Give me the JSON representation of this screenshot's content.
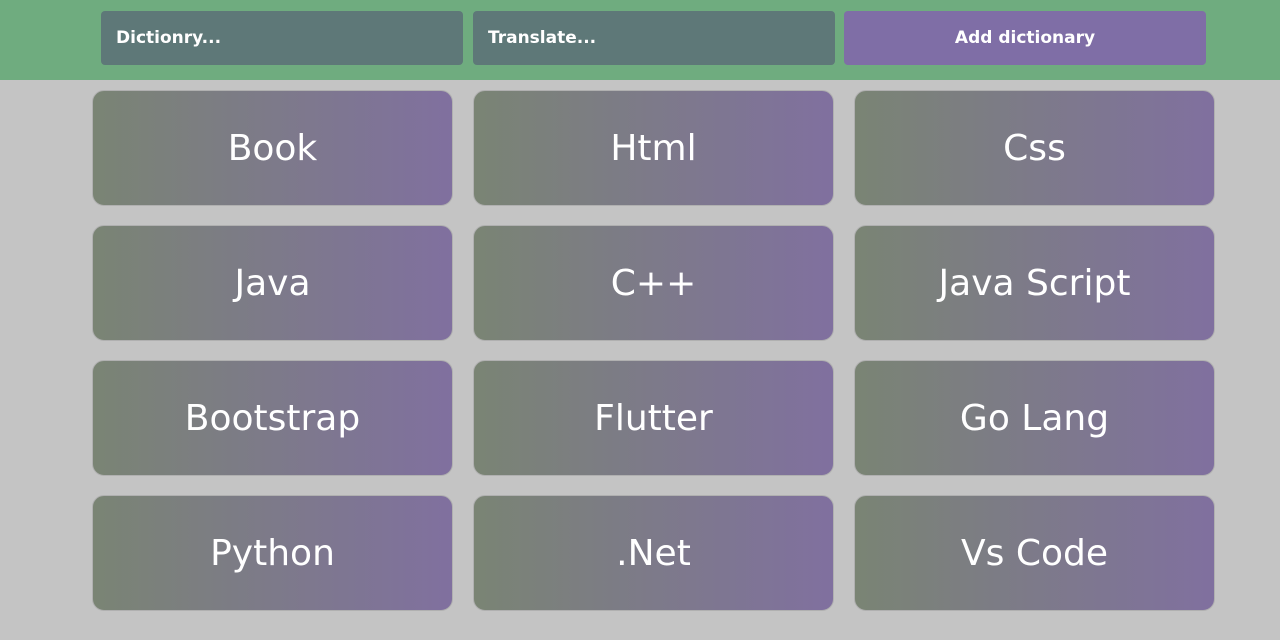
{
  "colors": {
    "page_background": "#c4c4c4",
    "header_background": "#6fac7f",
    "field_background": "#5e7878",
    "accent_purple": "#7f6ea6",
    "card_gradient_start": "#7a8474",
    "card_gradient_end": "#80709f",
    "text": "#ffffff"
  },
  "header": {
    "dictionary_placeholder": "Dictionry...",
    "translate_placeholder": "Translate...",
    "add_button_label": "Add dictionary"
  },
  "dictionaries": [
    {
      "label": "Book"
    },
    {
      "label": "Html"
    },
    {
      "label": "Css"
    },
    {
      "label": "Java"
    },
    {
      "label": "C++"
    },
    {
      "label": "Java Script"
    },
    {
      "label": "Bootstrap"
    },
    {
      "label": "Flutter"
    },
    {
      "label": "Go Lang"
    },
    {
      "label": "Python"
    },
    {
      "label": ".Net"
    },
    {
      "label": "Vs Code"
    }
  ]
}
